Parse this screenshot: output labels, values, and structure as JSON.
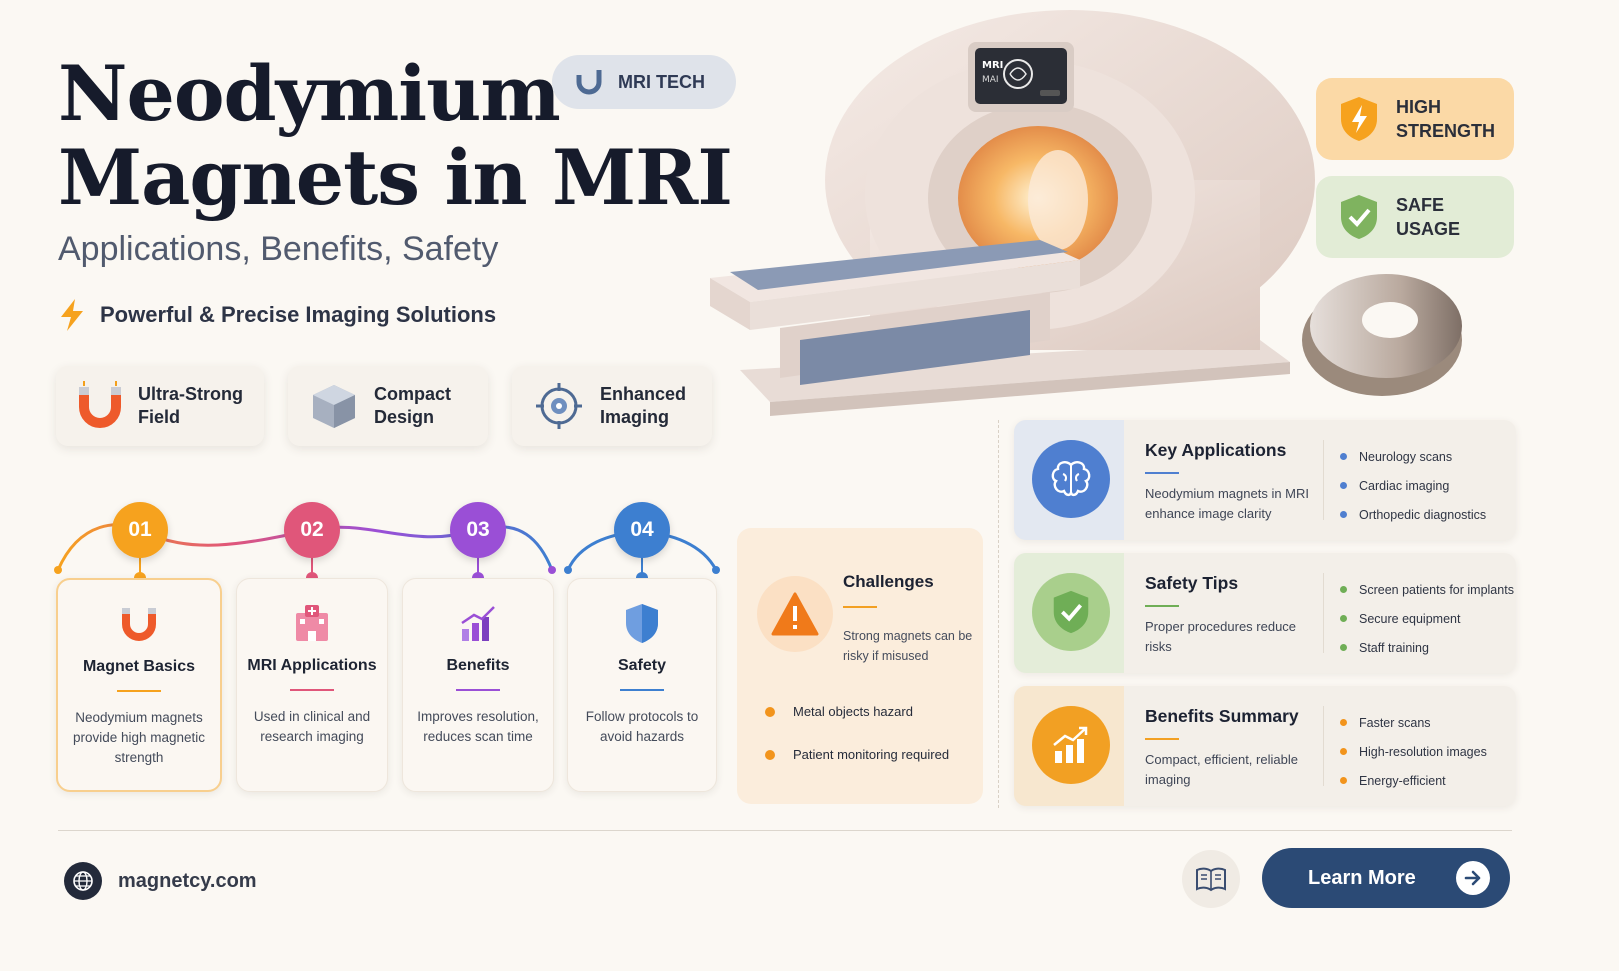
{
  "hero": {
    "title_line1": "Neodymium",
    "title_line2": "Magnets in MRI",
    "subtitle": "Applications, Benefits, Safety",
    "tagline": "Powerful & Precise Imaging Solutions",
    "pill_label": "MRI TECH"
  },
  "features": [
    {
      "line1": "Ultra-Strong",
      "line2": "Field",
      "icon": "horseshoe-magnet-icon"
    },
    {
      "line1": "Compact",
      "line2": "Design",
      "icon": "cube-icon"
    },
    {
      "line1": "Enhanced",
      "line2": "Imaging",
      "icon": "target-icon"
    }
  ],
  "badges": [
    {
      "line1": "HIGH",
      "line2": "STRENGTH",
      "icon": "lightning-shield-icon",
      "color": "#fbd9a6"
    },
    {
      "line1": "SAFE",
      "line2": "USAGE",
      "icon": "check-shield-icon",
      "color": "#e2ecd6"
    }
  ],
  "scanner_screen": {
    "line1": "MRI",
    "line2": "MAI"
  },
  "steps": [
    {
      "num": "01",
      "title": "Magnet Basics",
      "text": "Neodymium magnets provide high magnetic strength",
      "color": "#f6a21e"
    },
    {
      "num": "02",
      "title": "MRI Applications",
      "text": "Used in clinical and research imaging",
      "color": "#e0567a"
    },
    {
      "num": "03",
      "title": "Benefits",
      "text": "Improves resolution, reduces scan time",
      "color": "#9a4fd6"
    },
    {
      "num": "04",
      "title": "Safety",
      "text": "Follow protocols to avoid hazards",
      "color": "#3d7fd0"
    }
  ],
  "challenges": {
    "title": "Challenges",
    "text": "Strong magnets can be risky if misused",
    "items": [
      "Metal objects hazard",
      "Patient monitoring required"
    ]
  },
  "info_cards": [
    {
      "title": "Key Applications",
      "text": "Neodymium magnets in MRI enhance image clarity",
      "items": [
        "Neurology scans",
        "Cardiac imaging",
        "Orthopedic diagnostics"
      ],
      "color": "#4f7fd0"
    },
    {
      "title": "Safety Tips",
      "text": "Proper procedures reduce risks",
      "items": [
        "Screen patients for implants",
        "Secure equipment",
        "Staff training"
      ],
      "color": "#6fae56"
    },
    {
      "title": "Benefits Summary",
      "text": "Compact, efficient, reliable imaging",
      "items": [
        "Faster scans",
        "High-resolution images",
        "Energy-efficient"
      ],
      "color": "#f2a023"
    }
  ],
  "footer": {
    "site": "magnetcy.com",
    "cta": "Learn More"
  }
}
